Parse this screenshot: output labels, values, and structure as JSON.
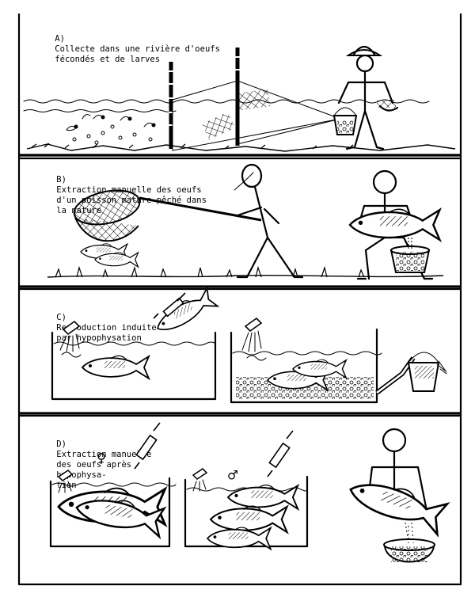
{
  "panels": [
    {
      "letter": "A)",
      "caption": "Collecte dans une rivière d'oeufs\nfécondés et de larves"
    },
    {
      "letter": "B)",
      "caption": "Extraction manuelle des oeufs\nd'un poisson mature pêché dans\nla nature"
    },
    {
      "letter": "C)",
      "caption": "Reproduction induite\npar hypophysation"
    },
    {
      "letter": "D)",
      "caption": "Extraction manuelle\ndes oeufs après\nhypophysa-\ntion"
    }
  ],
  "symbols": {
    "female": "♀",
    "male": "♂"
  },
  "colors": {
    "ink": "#000000",
    "paper": "#ffffff"
  }
}
